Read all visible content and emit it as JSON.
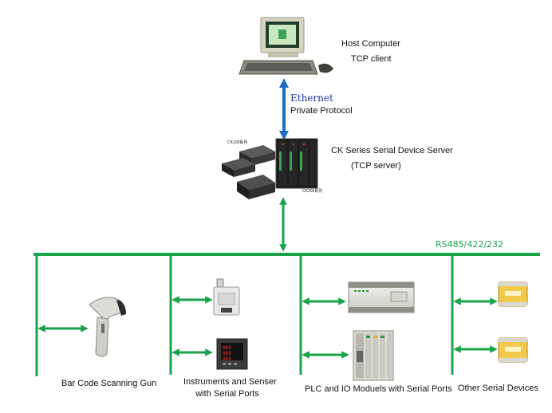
{
  "colors": {
    "bus": "#1aa34a",
    "ethernet_arrow": "#1e6fc4"
  },
  "host": {
    "name": "Host Computer",
    "role": "TCP client",
    "icon": "desktop-computer-icon"
  },
  "link": {
    "name": "Ethernet",
    "protocol": "Private  Protocol"
  },
  "server": {
    "name": "CK Series Serial Device Server",
    "role": "(TCP server)",
    "small_label_left": "CK100系列",
    "small_label_right": "CK200系列",
    "icon": "serial-device-server-icon"
  },
  "bus": {
    "label": "RS485/422/232"
  },
  "devices": [
    {
      "label": "Bar Code Scanning Gun",
      "icon": "barcode-scanner-icon"
    },
    {
      "label": "Instruments  and Senser",
      "label2": "with Serial Ports",
      "icon": "instrument-meter-icon"
    },
    {
      "label": "PLC and IO  Moduels with Serial Ports",
      "icon": "plc-module-icon"
    },
    {
      "label": "Other Serial Devices",
      "icon": "serial-device-icon"
    }
  ]
}
